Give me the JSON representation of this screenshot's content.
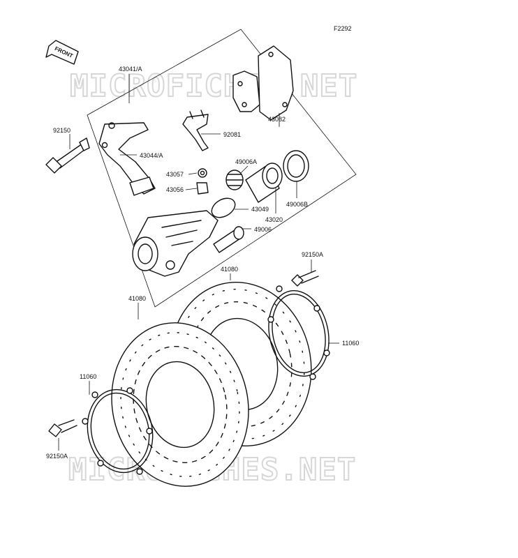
{
  "figure_code": "F2292",
  "front_tag": "FRONT",
  "watermark_text": "MICROFICHES.NET",
  "parts": {
    "p43041": "43041/A",
    "p92150": "92150",
    "p43044": "43044/A",
    "p92081": "92081",
    "p43082": "43082",
    "p49006A": "49006A",
    "p43057": "43057",
    "p43056": "43056",
    "p43049": "43049",
    "p43020": "43020",
    "p49006B": "49006B",
    "p49006": "49006",
    "p92150A_top": "92150A",
    "p41080_top": "41080",
    "p41080_left": "41080",
    "p11060_right": "11060",
    "p11060_left": "11060",
    "p92150A_bottom": "92150A"
  }
}
